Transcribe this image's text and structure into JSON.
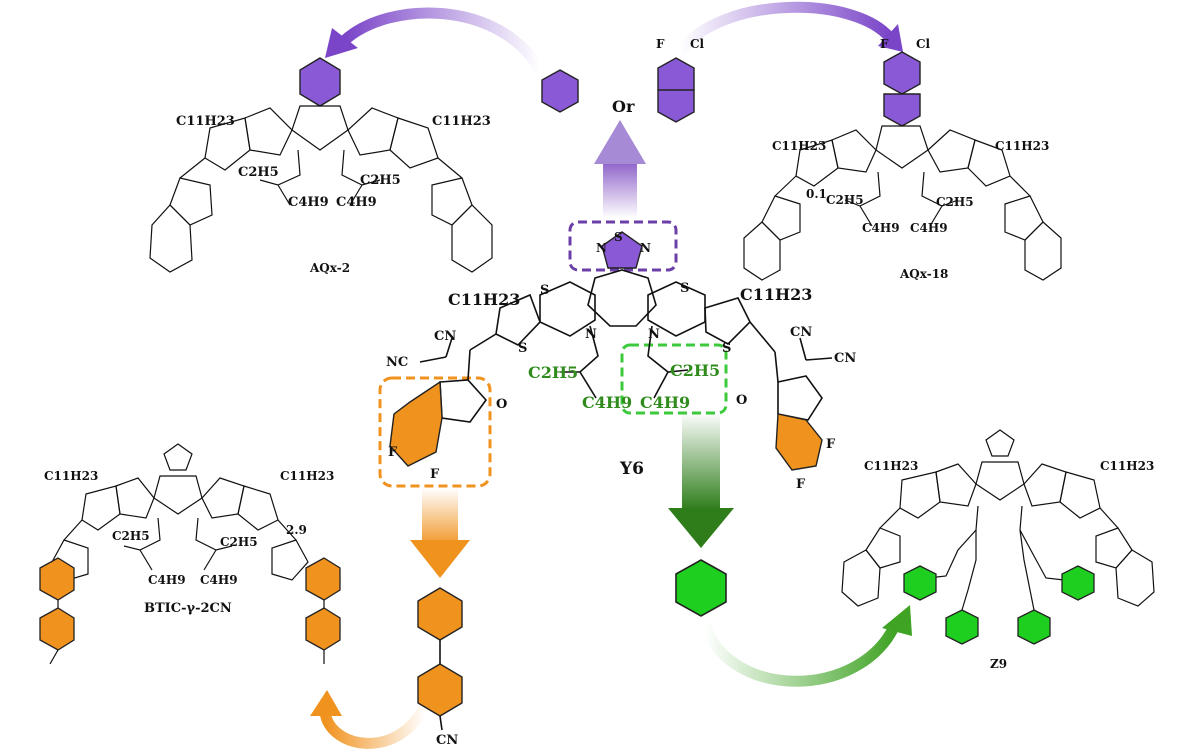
{
  "center": {
    "name": "Y6",
    "side_chain_left_upper": "C2H5",
    "side_chain_left_lower": "C4H9",
    "side_chain_right_upper": "C2H5",
    "side_chain_right_lower": "C4H9",
    "alkyl_left": "C11H23",
    "alkyl_right": "C11H23",
    "atoms": {
      "n": "N",
      "s": "S",
      "cn": "CN",
      "nc": "NC",
      "o": "O",
      "f": "F"
    }
  },
  "or_label": "Or",
  "molecules": {
    "top_left": {
      "name": "AQx-2",
      "alkyl_left": "C11H23",
      "alkyl_right": "C11H23",
      "chain_a": "C2H5",
      "chain_b": "C4H9"
    },
    "top_right": {
      "name": "AQx-18",
      "alkyl_left": "C11H23",
      "alkyl_right": "C11H23",
      "chain_a": "C2H5",
      "chain_b": "C4H9",
      "marker": "0.1",
      "substituent_f": "F",
      "substituent_cl": "Cl"
    },
    "bottom_left": {
      "name": "BTIC-γ-2CN",
      "alkyl_left": "C11H23",
      "alkyl_right": "C11H23",
      "chain_a": "C2H5",
      "chain_b": "C4H9",
      "marker": "2.9"
    },
    "bottom_right": {
      "name": "Z9",
      "alkyl_left": "C11H23",
      "alkyl_right": "C11H23"
    }
  },
  "colors": {
    "purple": "#8a5ad6",
    "orange": "#f0921e",
    "green": "#1fcf1f",
    "green_dark": "#2e7d1a",
    "green_label": "#2e8b1c"
  }
}
